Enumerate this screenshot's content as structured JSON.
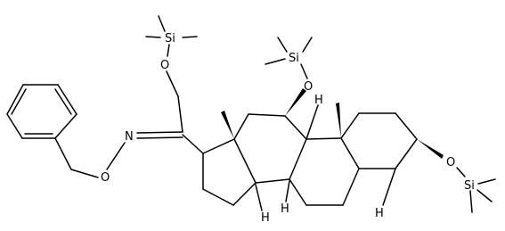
{
  "atoms": {
    "si1": "Si",
    "o1": "O",
    "n1": "N",
    "o_benzyl": "O",
    "si2": "Si",
    "o2": "O",
    "h_c9": "H",
    "o3": "O",
    "si3": "Si",
    "h_c5": "H",
    "h_c14": "H",
    "h_c8": "H"
  },
  "colors": {
    "ink": "#000000",
    "background": "#ffffff"
  }
}
